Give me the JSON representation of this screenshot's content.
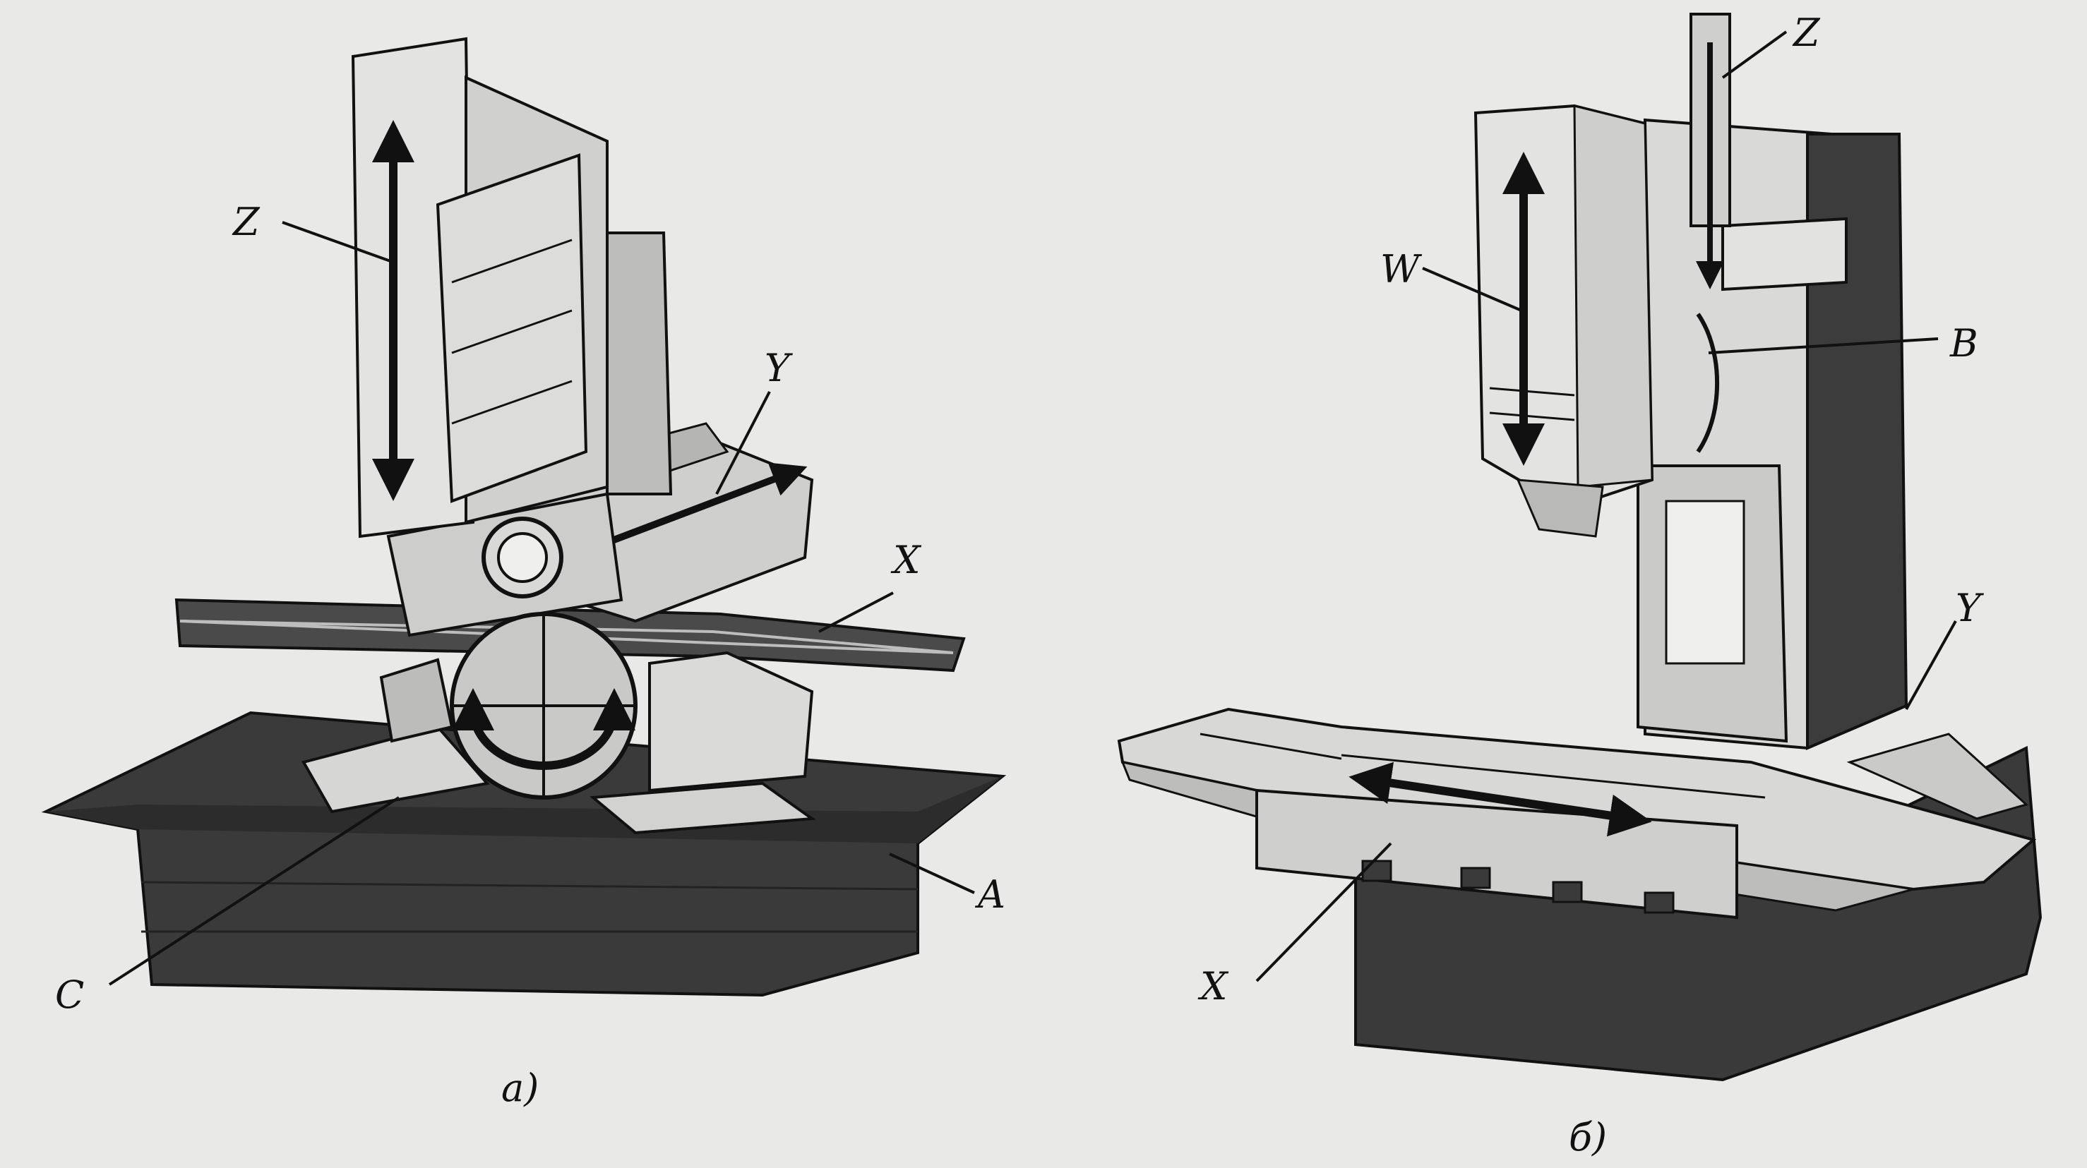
{
  "figure_a": {
    "caption": "а)",
    "labels": {
      "z": "Z",
      "y": "Y",
      "x": "X",
      "a": "A",
      "c": "C"
    }
  },
  "figure_b": {
    "caption": "б)",
    "labels": {
      "z": "Z",
      "w": "W",
      "b": "B",
      "y": "Y",
      "x": "X"
    }
  },
  "colors": {
    "background": "#e9e9e7",
    "dark_casting": "#3a3a3a",
    "light_part": "#d8d8d6",
    "line": "#111111"
  }
}
